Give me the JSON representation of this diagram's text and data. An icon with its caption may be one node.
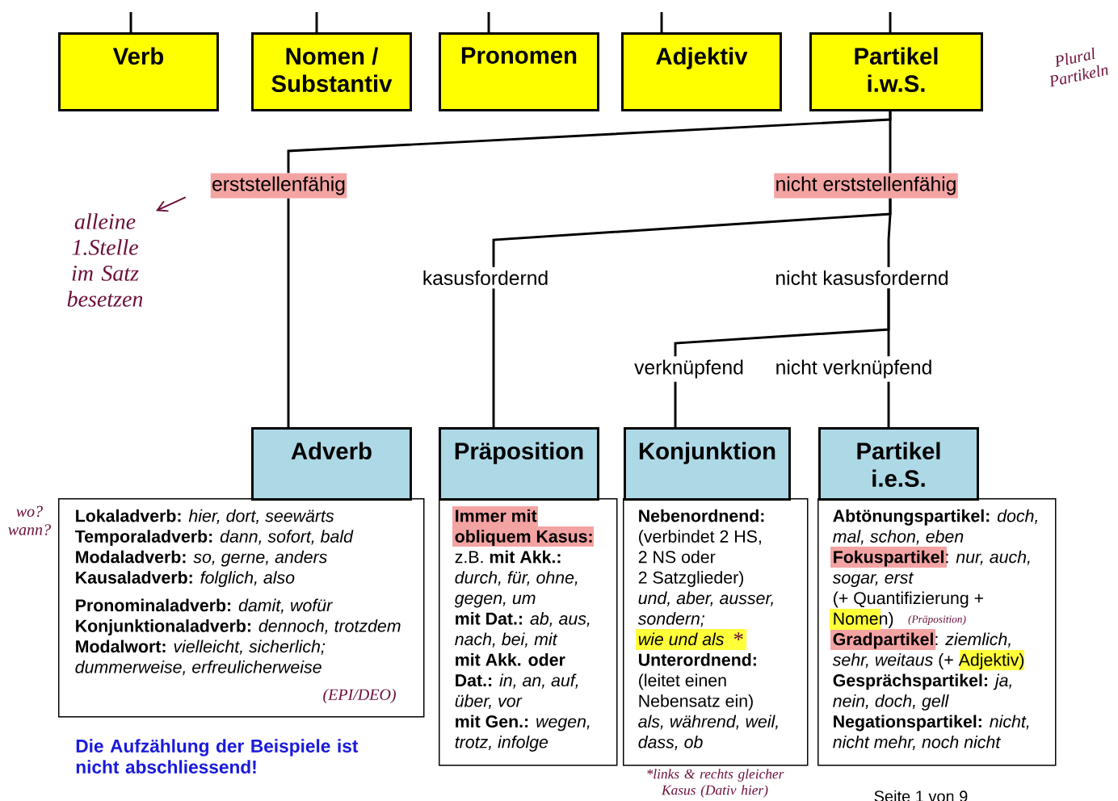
{
  "diagram": {
    "nodes": [
      {
        "text": [
          "Verb"
        ]
      },
      {
        "text": [
          "Nomen / Substantiv"
        ]
      },
      {
        "text": [
          "Pronomen"
        ]
      },
      {
        "text": [
          "Adjektiv"
        ]
      },
      {
        "text": [
          "Partikel i.w.S."
        ]
      },
      {
        "text": [
          "erststellenfähig"
        ]
      },
      {
        "text": [
          "nicht erststellenfähig"
        ]
      },
      {
        "text": [
          "kasusfordernd"
        ]
      },
      {
        "text": [
          "nicht kasusfordernd"
        ]
      },
      {
        "text": [
          "verknüpfend"
        ]
      },
      {
        "text": [
          "nicht verknüpfend"
        ]
      },
      {
        "text": [
          "Adverb"
        ]
      },
      {
        "text": [
          "Präposition"
        ]
      },
      {
        "text": [
          "Konjunktion"
        ]
      },
      {
        "text": [
          "Partikel i.e.S."
        ]
      },
      {
        "text": [
          "**Lokaladverb:** *hier, dort, seewärts*",
          "**Temporaladverb:** *dann, sofort, bald*",
          "**Modaladverb:** *so, gerne, anders*",
          "**Kausaladverb:** *folglich, also*",
          "**Pronominaladverb:** *damit, wofür*",
          "**Konjunktionaladverb:** *dennoch, trotzdem*",
          "**Modalwort:** *vielleicht, sicherlich; dummerweise, erfreulicherweise*"
        ],
        "beside": [
          "wo? wann?"
        ]
      },
      {
        "text": [
          "Immer mit obliquem Kasus:",
          "z.B. **mit Akk.:** *durch, für, ohne, gegen, um*",
          "**mit Dat.:** *ab, aus, nach, bei, mit*",
          "**mit Akk. oder Dat.:** *in, an, auf, über, vor*",
          "**mit Gen.:** *wegen, trotz, infolge*"
        ]
      },
      {
        "text": [
          "**Nebenordnend:**",
          "(verbindet 2 HS,",
          "2 NS oder",
          "2 Satzglieder)",
          "*und, aber, ausser, sondern;*",
          "*wie und als*",
          "**Unterordnend:**",
          "(leitet einen Nebensatz ein)",
          "*als, während, weil, dass, ob*"
        ]
      },
      {
        "text": [
          "**Abtönungspartikel:** *doch, mal, schon, eben*",
          "**Fokuspartikel**: *nur, auch, sogar, erst*",
          "(+ Quantifizierung + Nomen)",
          "**Gradpartikel**: *ziemlich, sehr, weitaus* (+ Adjektiv)",
          "**Gesprächspartikel:** *ja, nein, doch, gell*",
          "**Negationspartikel:** *nicht, nicht mehr, noch nicht*"
        ]
      },
      {
        "text": [
          "alleine 1.Stelle im Satz besetzen"
        ]
      }
    ],
    "edges": [
      {
        "from": null,
        "to": 0,
        "arrow": "none"
      },
      {
        "from": null,
        "to": 1,
        "arrow": "none"
      },
      {
        "from": null,
        "to": 2,
        "arrow": "none"
      },
      {
        "from": null,
        "to": 3,
        "arrow": "none"
      },
      {
        "from": null,
        "to": 4,
        "arrow": "none"
      },
      {
        "from": 4,
        "to": 5,
        "arrow": "none"
      },
      {
        "from": 4,
        "to": 6,
        "arrow": "none"
      },
      {
        "from": 6,
        "to": 7,
        "arrow": "none"
      },
      {
        "from": 6,
        "to": 8,
        "arrow": "none"
      },
      {
        "from": 8,
        "to": 9,
        "arrow": "none"
      },
      {
        "from": 8,
        "to": 10,
        "arrow": "none"
      },
      {
        "from": 5,
        "to": 11,
        "arrow": "none"
      },
      {
        "from": 7,
        "to": 12,
        "arrow": "none"
      },
      {
        "from": 9,
        "to": 13,
        "arrow": "none"
      },
      {
        "from": 10,
        "to": 14,
        "arrow": "none"
      },
      {
        "from": 5,
        "to": 19,
        "arrow": "to",
        "color": "#6b0f3a"
      }
    ],
    "labels": [
      "Plural Partikeln",
      "(EPI/DEO)",
      "*",
      "(Präposition)",
      "*links & rechts gleicher Kasus (Dativ hier)",
      "Die Aufzählung der Beispiele ist nicht abschliessend!",
      "Seite 1 von 9"
    ]
  }
}
